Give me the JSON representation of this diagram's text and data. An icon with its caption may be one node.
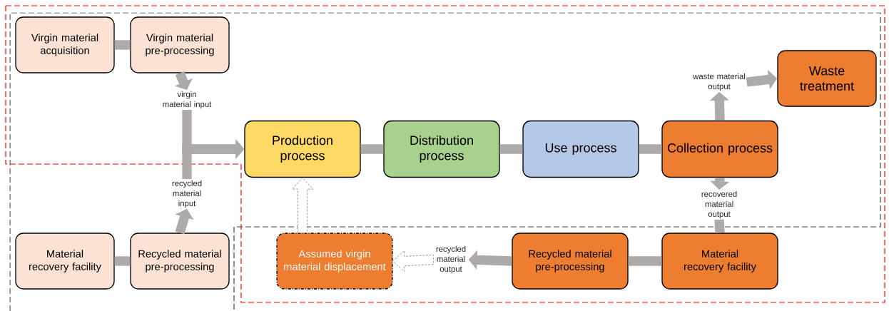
{
  "diagram": {
    "nodes": [
      {
        "text": [
          "Virgin material acquisition"
        ]
      },
      {
        "text": [
          "Virgin material pre-processing"
        ]
      },
      {
        "text": [
          "virgin material input"
        ]
      },
      {
        "text": [
          "recycled material input"
        ]
      },
      {
        "text": [
          "Material recovery facility"
        ]
      },
      {
        "text": [
          "Recycled material pre-processing"
        ]
      },
      {
        "text": [
          "Production process"
        ]
      },
      {
        "text": [
          "Distribution process"
        ]
      },
      {
        "text": [
          "Use process"
        ]
      },
      {
        "text": [
          "Collection process"
        ]
      },
      {
        "text": [
          "waste material output"
        ]
      },
      {
        "text": [
          "Waste treatment"
        ]
      },
      {
        "text": [
          "recovered material output"
        ]
      },
      {
        "text": [
          "Material recovery facility"
        ]
      },
      {
        "text": [
          "Recycled material pre-processing"
        ]
      },
      {
        "text": [
          "recycled material output"
        ]
      },
      {
        "text": [
          "Assumed virgin material displacement"
        ]
      }
    ],
    "edges": [
      {
        "from": 0,
        "to": 1,
        "arrow": "none"
      },
      {
        "from": 1,
        "to": 2,
        "arrow": "to"
      },
      {
        "from": 2,
        "to": 6,
        "arrow": "to"
      },
      {
        "from": 3,
        "to": 6,
        "arrow": "to"
      },
      {
        "from": 5,
        "to": 3,
        "arrow": "to"
      },
      {
        "from": 4,
        "to": 5,
        "arrow": "none"
      },
      {
        "from": 6,
        "to": 7,
        "arrow": "none"
      },
      {
        "from": 7,
        "to": 8,
        "arrow": "none"
      },
      {
        "from": 8,
        "to": 9,
        "arrow": "none"
      },
      {
        "from": 9,
        "to": 10,
        "arrow": "to"
      },
      {
        "from": 10,
        "to": 11,
        "arrow": "to"
      },
      {
        "from": 9,
        "to": 12,
        "arrow": "to"
      },
      {
        "from": 12,
        "to": 13,
        "arrow": "none"
      },
      {
        "from": 13,
        "to": 14,
        "arrow": "none"
      },
      {
        "from": 14,
        "to": 15,
        "arrow": "to"
      },
      {
        "from": 15,
        "to": 16,
        "arrow": "to",
        "style": "dashed"
      },
      {
        "from": 16,
        "to": 6,
        "arrow": "to",
        "style": "dashed"
      }
    ]
  }
}
